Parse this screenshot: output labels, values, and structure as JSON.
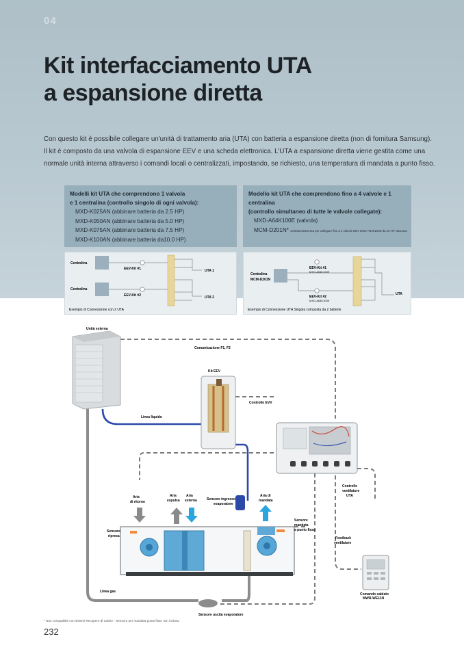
{
  "section_number": "04",
  "title": {
    "line1": "Kit interfacciamento UTA",
    "line2": "a espansione diretta"
  },
  "intro": {
    "line1": "Con questo kit è possibile collegare un'unità di trattamento aria (UTA) con batteria a espansione diretta (non di fornitura Samsung).",
    "line2": "Il kit è composto da una valvola di espansione EEV e una scheda elettronica. L'UTA a espansione diretta viene gestita come una",
    "line3": "normale unità interna attraverso i comandi locali o centralizzati, impostando, se richiesto, una temperatura di mandata a punto fisso."
  },
  "box_left": {
    "title_line1": "Modelli kit UTA che comprendono 1 valvola",
    "title_line2": "e 1 centralina (controllo singolo di ogni valvola):",
    "items": [
      "MXD-K025AN (abbinare batteria da 2.5 HP)",
      "MXD-K050AN (abbinare batteria da 5.0 HP)",
      "MXD-K075AN (abbinare batteria da 7.5 HP)",
      "MXD-K100AN (abbinare batteria da10.0 HP)"
    ]
  },
  "box_right": {
    "title_line1": "Modello kit UTA che comprendono fino a 4 valvole e 1 centralina",
    "title_line2": "(controllo simultaneo di tutte le valvole collegate):",
    "item1": "MXD-A64K100E (valvola)",
    "item2": "MCM-D201N*",
    "item2_note": "scheda elettronica per collegare fino a 4 valvole EEV MXD-A64K100E da 10 HP ciascuna"
  },
  "diagram_left": {
    "centralina1": "Centralina",
    "centralina2": "Centralina",
    "kit1": "EEV-Kit #1",
    "kit2": "EEV-Kit #2",
    "uta1": "UTA 1",
    "uta2": "UTA 2",
    "caption": "Esempio di Connessione con 2 UTA"
  },
  "diagram_right": {
    "centralina": "Centralina",
    "centralina_model": "MCM-D201N",
    "kit1": "EEV-Kit #1",
    "kit1_model": "MXD-A64K100E",
    "kit2": "EEV-Kit #2",
    "kit2_model": "MXD-A64K100E",
    "uta": "UTA",
    "caption": "Esempio di Connessione UTA Singola composta da 2 batterie"
  },
  "main_diagram": {
    "unita_esterna": "Unità esterna",
    "comunicazione": "Comunicazione F1, F2",
    "kit_eev": "Kit EEV",
    "controllo_evv": "Controllo EVV",
    "linea_liquido": "Linea liquido",
    "aria_ritorno_1": "Aria",
    "aria_ritorno_2": "di ritorno",
    "aria_espulsa_1": "Aria",
    "aria_espulsa_2": "espulsa",
    "aria_esterna_1": "Aria",
    "aria_esterna_2": "esterna",
    "sensore_ingresso_1": "Sensore ingresso",
    "sensore_ingresso_2": "evaporatore",
    "aria_mandata_1": "Aria di",
    "aria_mandata_2": "mandata",
    "controllo_ventilatore_1": "Controllo",
    "controllo_ventilatore_2": "ventilatore",
    "controllo_ventilatore_3": "UTA",
    "sensore_ripresa_1": "Sensore",
    "sensore_ripresa_2": "ripresa",
    "sensore_mandata_1": "Sensore",
    "sensore_mandata_2": "mandata",
    "sensore_mandata_3": "a punto fisso",
    "feedback_1": "Feedback",
    "feedback_2": "ventilatore",
    "linea_gas": "Linea gas",
    "comando_1": "Comando cablato",
    "comando_2": "MWR-WE11N",
    "sensore_uscita": "Sensore uscita evaporatore"
  },
  "footnote": "* Non compatibile con sistemi Recupero di Calore - Sensore per mandata punto fisso non incluso.",
  "page_number": "232",
  "colors": {
    "header_bg": "#b6c6ce",
    "box_head_bg": "#97aebb",
    "liquid_line": "#2b4aa8",
    "gas_line": "#8c8c8c",
    "dashed_line": "#7a7a7a",
    "air_arrow_blue": "#2aa6df",
    "air_arrow_grey": "#8a8a8a",
    "sensor_orange": "#f08a3c"
  }
}
